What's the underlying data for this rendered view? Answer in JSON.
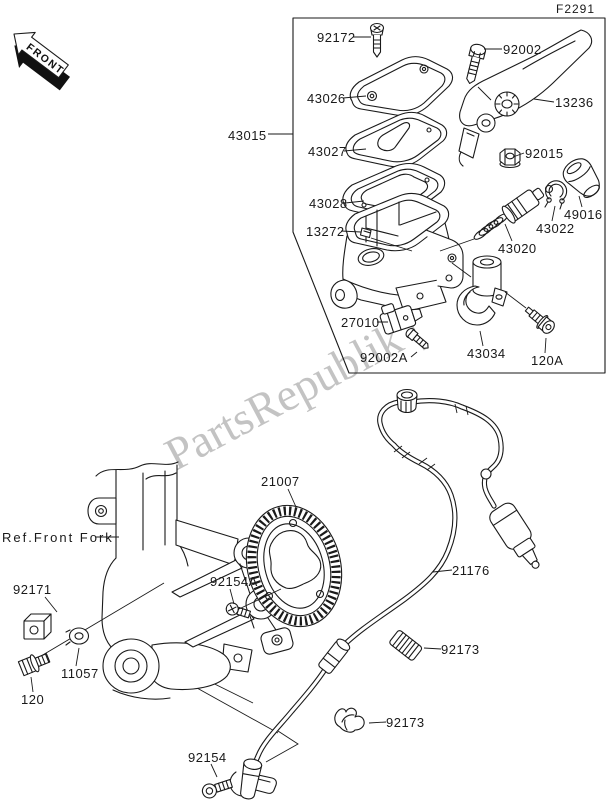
{
  "page": {
    "figure_code": "F2291",
    "front_badge_text": "FRONT",
    "watermark_text": "PartsRepublik |",
    "reference_note": "Ref.Front Fork",
    "background": "#ffffff",
    "line_color": "#1a1a1a",
    "watermark_color": "#b9b9b9"
  },
  "part_labels": {
    "43015": "43015",
    "92172": "92172",
    "43026": "43026",
    "92002": "92002",
    "13236": "13236",
    "43027": "43027",
    "92015": "92015",
    "43028": "43028",
    "13272": "13272",
    "43020": "43020",
    "43022": "43022",
    "49016": "49016",
    "27010": "27010",
    "92002A": "92002A",
    "43034": "43034",
    "120A": "120A",
    "21007": "21007",
    "21176": "21176",
    "92154A": "92154A",
    "92171": "92171",
    "11057": "11057",
    "120": "120",
    "92154": "92154",
    "92173": "92173"
  }
}
